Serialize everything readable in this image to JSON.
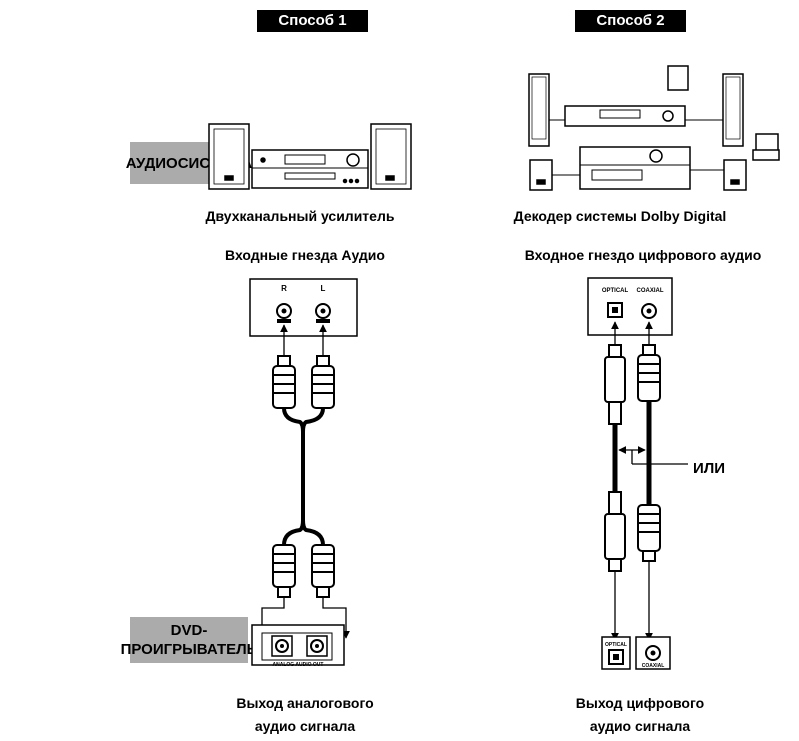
{
  "methods": {
    "m1": "Способ 1",
    "m2": "Способ 2"
  },
  "side_labels": {
    "audio_system": "АУДИОСИСТЕМА",
    "dvd_line1": "DVD-",
    "dvd_line2": "ПРОИГРЫВАТЕЛЬ"
  },
  "captions": {
    "amp": "Двухканальный усилитель",
    "decoder": "Декодер системы Dolby Digital",
    "audio_in": "Входные гнезда Аудио",
    "digital_in": "Входное гнездо цифрового аудио",
    "analog_out_1": "Выход аналогового",
    "analog_out_2": "аудио сигнала",
    "digital_out_1": "Выход цифрового",
    "digital_out_2": "аудио сигнала",
    "or": "ИЛИ"
  },
  "jacks": {
    "r": "R",
    "l": "L",
    "optical": "OPTICAL",
    "coaxial": "COAXIAL",
    "analog_audio_out": "ANALOG AUDIO OUT"
  }
}
